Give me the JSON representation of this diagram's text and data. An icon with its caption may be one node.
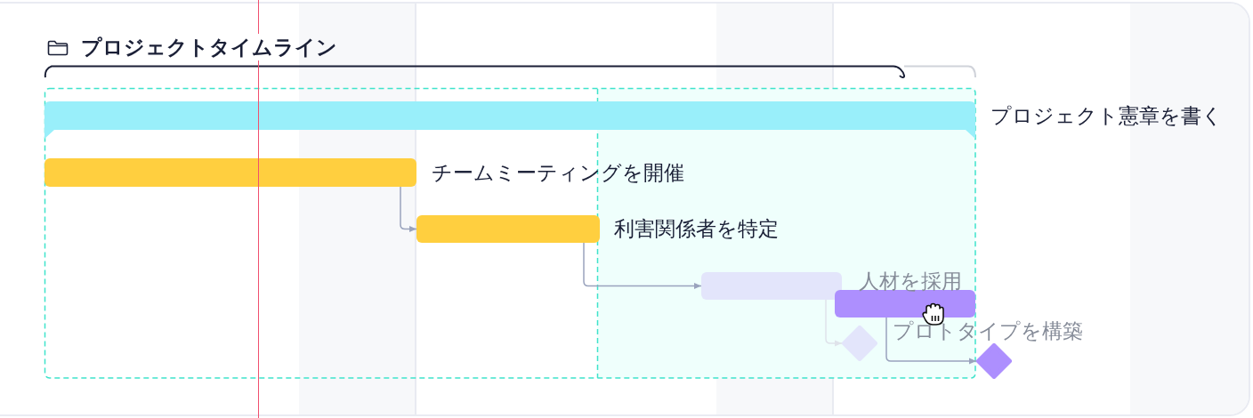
{
  "diagram": {
    "title": "プロジェクトタイムライン",
    "nodes": [
      {
        "text": [],
        "shape": "bar",
        "beside": [
          "プロジェクト憲章を書く"
        ]
      },
      {
        "text": [],
        "shape": "bar",
        "beside": [
          "チームミーティングを開催"
        ]
      },
      {
        "text": [],
        "shape": "bar",
        "beside": [
          "利害関係者を特定"
        ]
      },
      {
        "text": [],
        "shape": "bar"
      },
      {
        "text": [],
        "shape": "bar"
      },
      {
        "text": [],
        "shape": "diamond"
      },
      {
        "text": [],
        "shape": "diamond"
      }
    ],
    "edges": [
      {
        "from": 1,
        "to": 2,
        "arrow": "to"
      },
      {
        "from": 2,
        "to": 3,
        "arrow": "to"
      },
      {
        "from": 3,
        "to": 5,
        "arrow": "to",
        "color": "#dfe3ea"
      },
      {
        "from": 4,
        "to": 6,
        "arrow": "to"
      }
    ],
    "labels": [
      "人材を採用",
      "プロトタイプを構築"
    ]
  }
}
